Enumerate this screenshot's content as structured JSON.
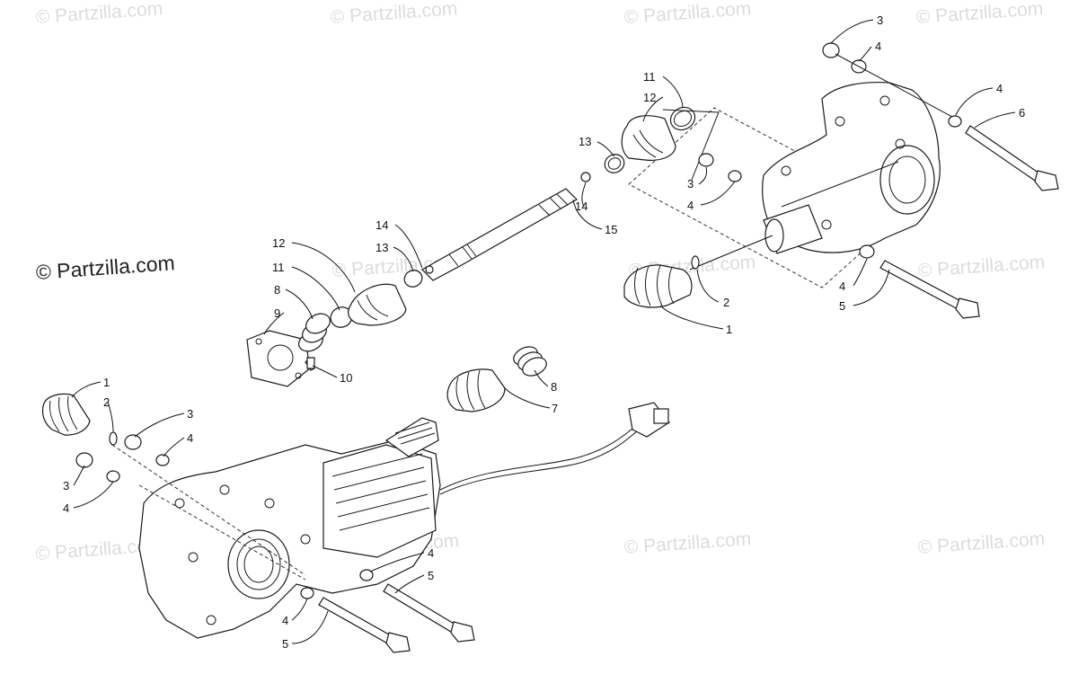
{
  "watermarks": {
    "main": "© Partzilla.com",
    "faint": "© Partzilla.com"
  },
  "callouts": [
    {
      "id": "r3a",
      "label": "3"
    },
    {
      "id": "r4a",
      "label": "4"
    },
    {
      "id": "r4b",
      "label": "4"
    },
    {
      "id": "r6",
      "label": "6"
    },
    {
      "id": "r11",
      "label": "11"
    },
    {
      "id": "r12",
      "label": "12"
    },
    {
      "id": "r13",
      "label": "13"
    },
    {
      "id": "r14",
      "label": "14"
    },
    {
      "id": "r15",
      "label": "15"
    },
    {
      "id": "r3b",
      "label": "3"
    },
    {
      "id": "r4c",
      "label": "4"
    },
    {
      "id": "r4d",
      "label": "4"
    },
    {
      "id": "r5",
      "label": "5"
    },
    {
      "id": "r2",
      "label": "2"
    },
    {
      "id": "r1",
      "label": "1"
    },
    {
      "id": "m14",
      "label": "14"
    },
    {
      "id": "m13",
      "label": "13"
    },
    {
      "id": "m12",
      "label": "12"
    },
    {
      "id": "m11",
      "label": "11"
    },
    {
      "id": "m8",
      "label": "8"
    },
    {
      "id": "m9",
      "label": "9"
    },
    {
      "id": "m10",
      "label": "10"
    },
    {
      "id": "m8b",
      "label": "8"
    },
    {
      "id": "m7",
      "label": "7"
    },
    {
      "id": "f1",
      "label": "1"
    },
    {
      "id": "f2",
      "label": "2"
    },
    {
      "id": "f3a",
      "label": "3"
    },
    {
      "id": "f4a",
      "label": "4"
    },
    {
      "id": "f3b",
      "label": "3"
    },
    {
      "id": "f4b",
      "label": "4"
    },
    {
      "id": "f4c",
      "label": "4"
    },
    {
      "id": "f5a",
      "label": "5"
    },
    {
      "id": "f4d",
      "label": "4"
    },
    {
      "id": "f5b",
      "label": "5"
    }
  ]
}
